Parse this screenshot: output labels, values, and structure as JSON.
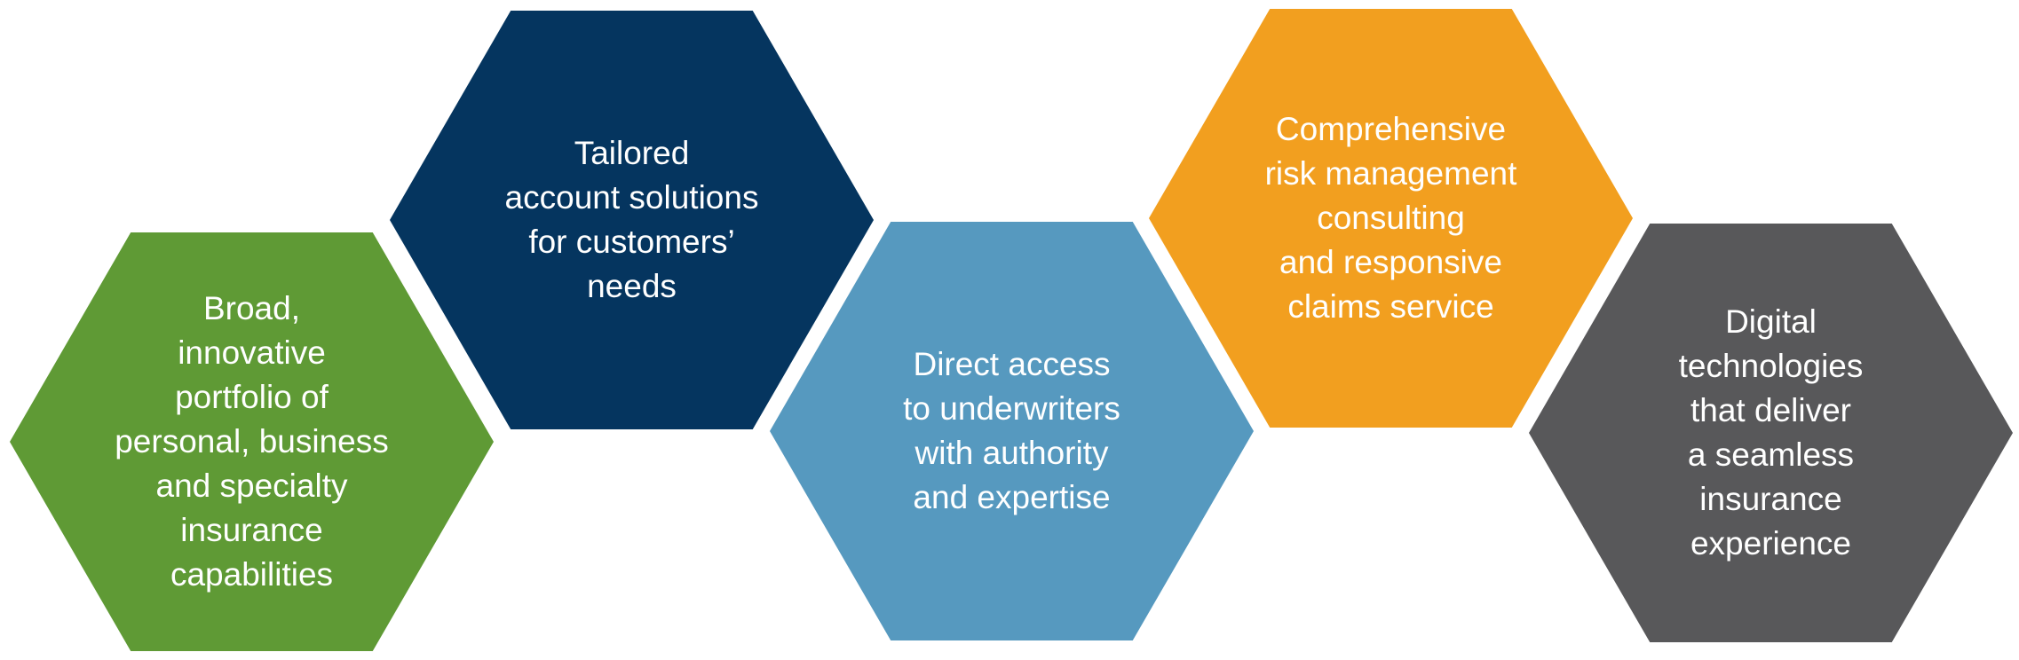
{
  "hexagons": [
    {
      "text": "Broad,\ninnovative\nportfolio of\npersonal, business\nand specialty\ninsurance\ncapabilities",
      "color": "#5f9a35"
    },
    {
      "text": "Tailored\naccount solutions\nfor customers’\nneeds",
      "color": "#05355f"
    },
    {
      "text": "Direct access\nto underwriters\nwith authority\nand expertise",
      "color": "#5699bf"
    },
    {
      "text": "Comprehensive\nrisk management\nconsulting\nand responsive\nclaims service",
      "color": "#f29f1f"
    },
    {
      "text": "Digital\ntechnologies\nthat deliver\na seamless\ninsurance\nexperience",
      "color": "#58585a"
    }
  ]
}
